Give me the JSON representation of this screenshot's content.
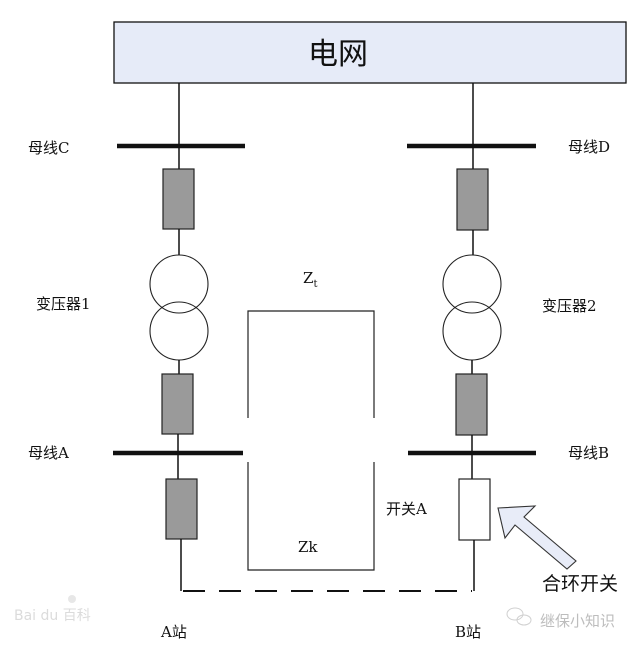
{
  "title": "电网",
  "buses": {
    "C": "母线C",
    "D": "母线D",
    "A": "母线A",
    "B": "母线B"
  },
  "transformers": {
    "left": "变压器1",
    "right": "变压器2"
  },
  "impedances": {
    "zt_main": "Z",
    "zt_sub": "t",
    "zk": "Zk"
  },
  "switch_label": "开关A",
  "closing_switch_label": "合环开关",
  "stations": {
    "left": "A站",
    "right": "B站"
  },
  "watermarks": {
    "baidu": "Bai du 百科",
    "wechat": "继保小知识"
  },
  "colors": {
    "grid_fill": "#e6ebf8",
    "breaker_fill": "#9a9a9a",
    "arrow_fill": "#e8ecf8",
    "line": "#111111"
  }
}
